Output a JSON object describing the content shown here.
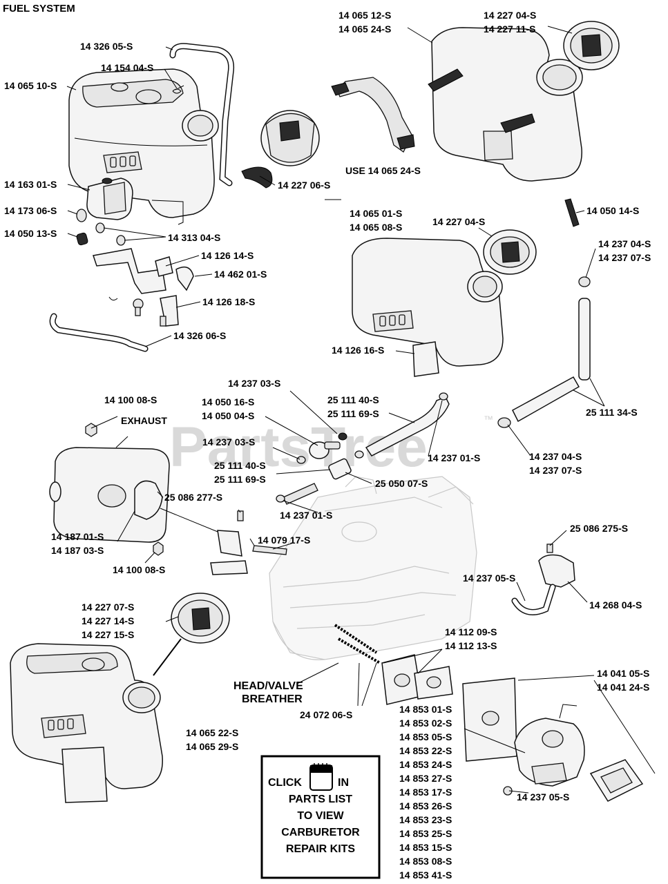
{
  "title": "FUEL SYSTEM",
  "watermark": "PartsTree",
  "watermark_tm": "™",
  "labels": {
    "p_14326_05": "14 326 05-S",
    "p_14154_04": "14 154 04-S",
    "p_14065_10": "14 065 10-S",
    "p_14163_01": "14 163 01-S",
    "p_14173_06": "14 173 06-S",
    "p_14050_13": "14 050 13-S",
    "p_14313_04": "14 313 04-S",
    "p_14126_14": "14 126 14-S",
    "p_14462_01": "14 462 01-S",
    "p_14126_18": "14 126 18-S",
    "p_14326_06": "14 326 06-S",
    "p_14227_06": "14 227 06-S",
    "p_14065_12": "14 065 12-S",
    "p_14065_24": "14 065 24-S",
    "use_note": "USE 14 065 24-S",
    "p_14227_04a": "14 227 04-S",
    "p_14227_11": "14 227 11-S",
    "p_14050_14": "14 050 14-S",
    "p_14237_04a": "14 237 04-S",
    "p_14237_07a": "14 237 07-S",
    "p_14065_01": "14 065 01-S",
    "p_14065_08": "14 065 08-S",
    "p_14227_04b": "14 227 04-S",
    "p_14126_16": "14 126 16-S",
    "p_25111_34": "25 111 34-S",
    "p_14237_04b": "14 237 04-S",
    "p_14237_07b": "14 237 07-S",
    "p_14237_03a": "14 237 03-S",
    "p_14050_16": "14 050 16-S",
    "p_14050_04": "14 050 04-S",
    "p_25111_40a": "25 111 40-S",
    "p_25111_69a": "25 111 69-S",
    "p_14237_03b": "14 237 03-S",
    "p_25111_40b": "25 111 40-S",
    "p_25111_69b": "25 111 69-S",
    "p_14237_01a": "14 237 01-S",
    "p_25050_07": "25 050 07-S",
    "p_14237_01b": "14 237 01-S",
    "p_14100_08a": "14 100 08-S",
    "exhaust": "EXHAUST",
    "p_25086_277": "25 086 277-S",
    "p_14187_01": "14 187 01-S",
    "p_14187_03": "14 187 03-S",
    "p_14100_08b": "14 100 08-S",
    "p_14079_17": "14 079 17-S",
    "p_25086_275": "25 086 275-S",
    "p_14237_05a": "14 237 05-S",
    "p_14268_04": "14 268 04-S",
    "p_14227_07": "14 227 07-S",
    "p_14227_14": "14 227 14-S",
    "p_14227_15": "14 227 15-S",
    "head_valve": "HEAD/VALVE",
    "breather": "BREATHER",
    "p_24072_06": "24 072 06-S",
    "p_14065_22": "14 065 22-S",
    "p_14065_29": "14 065 29-S",
    "p_14112_09": "14 112 09-S",
    "p_14112_13": "14 112 13-S",
    "p_14041_05": "14 041 05-S",
    "p_14041_24": "14 041 24-S",
    "p_14237_05b": "14 237 05-S"
  },
  "carb_list": [
    "14 853 01-S",
    "14 853 02-S",
    "14 853 05-S",
    "14 853 22-S",
    "14 853 24-S",
    "14 853 27-S",
    "14 853 17-S",
    "14 853 26-S",
    "14 853 23-S",
    "14 853 25-S",
    "14 853 15-S",
    "14 853 08-S",
    "14 853 41-S"
  ],
  "click_box": {
    "click": "CLICK",
    "in": "IN",
    "line2": "PARTS LIST",
    "line3": "TO VIEW",
    "line4": "CARBURETOR",
    "line5": "REPAIR KITS"
  },
  "icons": [
    "notepad-icon"
  ]
}
